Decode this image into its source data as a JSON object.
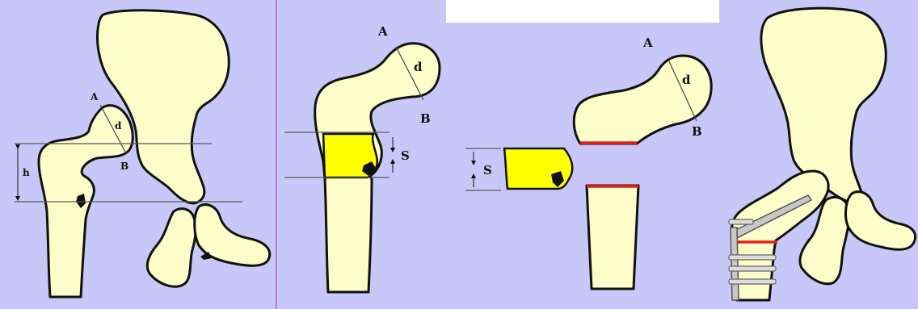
{
  "colors": {
    "background": "#c8c8f8",
    "bone_fill": "#fdfdc9",
    "wedge_fill": "#ffff00",
    "cut_line": "#e8201c",
    "outline": "#111111"
  },
  "panel1": {
    "label_a": "A",
    "label_b": "B",
    "label_d": "d",
    "label_h": "h"
  },
  "panel2": {
    "label_a": "A",
    "label_b": "B",
    "label_d": "d",
    "label_s": "S"
  },
  "panel3": {
    "label_a": "A",
    "label_b": "B",
    "label_d": "d",
    "label_s": "S"
  },
  "panel4": {}
}
